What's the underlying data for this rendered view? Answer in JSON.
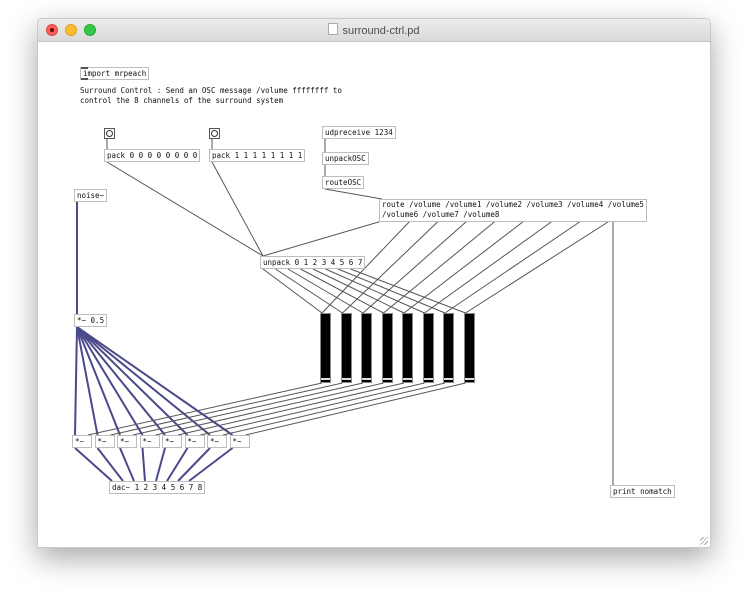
{
  "window": {
    "title": "surround-ctrl.pd"
  },
  "objects": {
    "import": "import mrpeach",
    "pack0": "pack 0 0 0 0 0 0 0 0",
    "pack1": "pack 1 1 1 1 1 1 1 1",
    "udpreceive": "udpreceive 1234",
    "unpackosc": "unpackOSC",
    "routeosc": "routeOSC",
    "route_line1": "route /volume /volume1 /volume2 /volume3 /volume4 /volume5",
    "route_line2": "/volume6 /volume7 /volume8",
    "unpack": "unpack 0 1 2 3 4 5 6 7",
    "noise": "noise~",
    "mul_main": "*~ 0.5",
    "mul_channel": "*~",
    "dac": "dac~ 1 2 3 4 5 6 7 8",
    "print": "print nomatch"
  },
  "comment": {
    "line1": "Surround Control : Send an OSC message /volume ffffffff to",
    "line2": "control the 8 channels of the surround system"
  },
  "sliders": [
    {
      "channel": 1,
      "value": 0.0
    },
    {
      "channel": 2,
      "value": 0.0
    },
    {
      "channel": 3,
      "value": 0.0
    },
    {
      "channel": 4,
      "value": 0.0
    },
    {
      "channel": 5,
      "value": 0.0
    },
    {
      "channel": 6,
      "value": 0.0
    },
    {
      "channel": 7,
      "value": 0.0
    },
    {
      "channel": 8,
      "value": 0.0
    }
  ],
  "colors": {
    "audio_wire": "#4a4a8a",
    "control_wire": "#555555",
    "slider_fill": "#000000"
  }
}
